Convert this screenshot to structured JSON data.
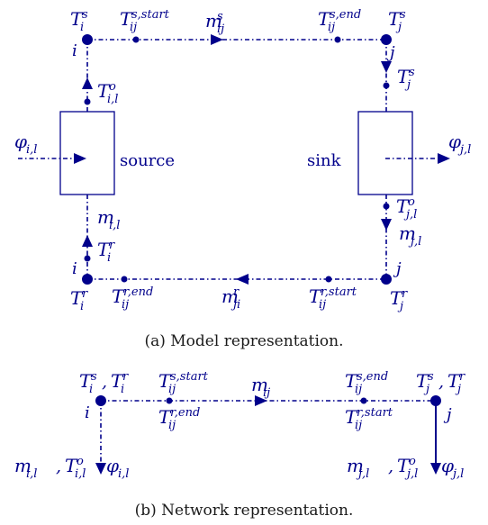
{
  "colors": {
    "ink": "#00008B",
    "caption": "#1a1a1a"
  },
  "model": {
    "caption": "(a) Model representation.",
    "source_label": "source",
    "sink_label": "sink",
    "node_i": "i",
    "node_j": "j",
    "phi_il": {
      "base": "φ",
      "sub": "i,l"
    },
    "phi_jl": {
      "base": "φ",
      "sub": "j,l"
    },
    "m_il": {
      "base": "m",
      "sub": "i,l"
    },
    "m_jl": {
      "base": "m",
      "sub": "j,l"
    },
    "m_ij_s": {
      "base": "m",
      "sub": "ij",
      "sup": "s"
    },
    "m_ji_r": {
      "base": "m",
      "sub": "ji",
      "sup": "r"
    },
    "T_i_s": {
      "base": "T",
      "sub": "i",
      "sup": "s"
    },
    "T_ij_s_start": {
      "base": "T",
      "sub": "ij",
      "sup": "s,start"
    },
    "T_ij_s_end": {
      "base": "T",
      "sub": "ij",
      "sup": "s,end"
    },
    "T_j_s_top": {
      "base": "T",
      "sub": "j",
      "sup": "s"
    },
    "T_j_s_right": {
      "base": "T",
      "sub": "j",
      "sup": "s"
    },
    "T_il_o": {
      "base": "T",
      "sub": "i,l",
      "sup": "o"
    },
    "T_jl_o": {
      "base": "T",
      "sub": "j,l",
      "sup": "o"
    },
    "T_i_r_left": {
      "base": "T",
      "sub": "i",
      "sup": "r"
    },
    "T_i_r_bottom": {
      "base": "T",
      "sub": "i",
      "sup": "r"
    },
    "T_ij_r_end": {
      "base": "T",
      "sub": "ij",
      "sup": "r,end"
    },
    "T_ij_r_start": {
      "base": "T",
      "sub": "ij",
      "sup": "r,start"
    },
    "T_j_r_bottom": {
      "base": "T",
      "sub": "j",
      "sup": "r"
    }
  },
  "network": {
    "caption": "(b) Network representation.",
    "node_i": "i",
    "node_j": "j",
    "T_i_pair": "T^s_i, T^r_i",
    "T_i_s": {
      "base": "T",
      "sub": "i",
      "sup": "s"
    },
    "T_i_r": {
      "base": "T",
      "sub": "i",
      "sup": "r"
    },
    "T_j_s": {
      "base": "T",
      "sub": "j",
      "sup": "s"
    },
    "T_j_r": {
      "base": "T",
      "sub": "j",
      "sup": "r"
    },
    "comma": ",",
    "T_ij_s_start": {
      "base": "T",
      "sub": "ij",
      "sup": "s,start"
    },
    "T_ij_r_end": {
      "base": "T",
      "sub": "ij",
      "sup": "r,end"
    },
    "m_ij": {
      "base": "m",
      "sub": "ij"
    },
    "T_ij_s_end": {
      "base": "T",
      "sub": "ij",
      "sup": "s,end"
    },
    "T_ij_r_start": {
      "base": "T",
      "sub": "ij",
      "sup": "r,start"
    },
    "m_il": {
      "base": "m",
      "sub": "i,l"
    },
    "T_il_o": {
      "base": "T",
      "sub": "i,l",
      "sup": "o"
    },
    "phi_il": {
      "base": "φ",
      "sub": "i,l"
    },
    "m_jl": {
      "base": "m",
      "sub": "j,l"
    },
    "T_jl_o": {
      "base": "T",
      "sub": "j,l",
      "sup": "o"
    },
    "phi_jl": {
      "base": "φ",
      "sub": "j,l"
    }
  }
}
